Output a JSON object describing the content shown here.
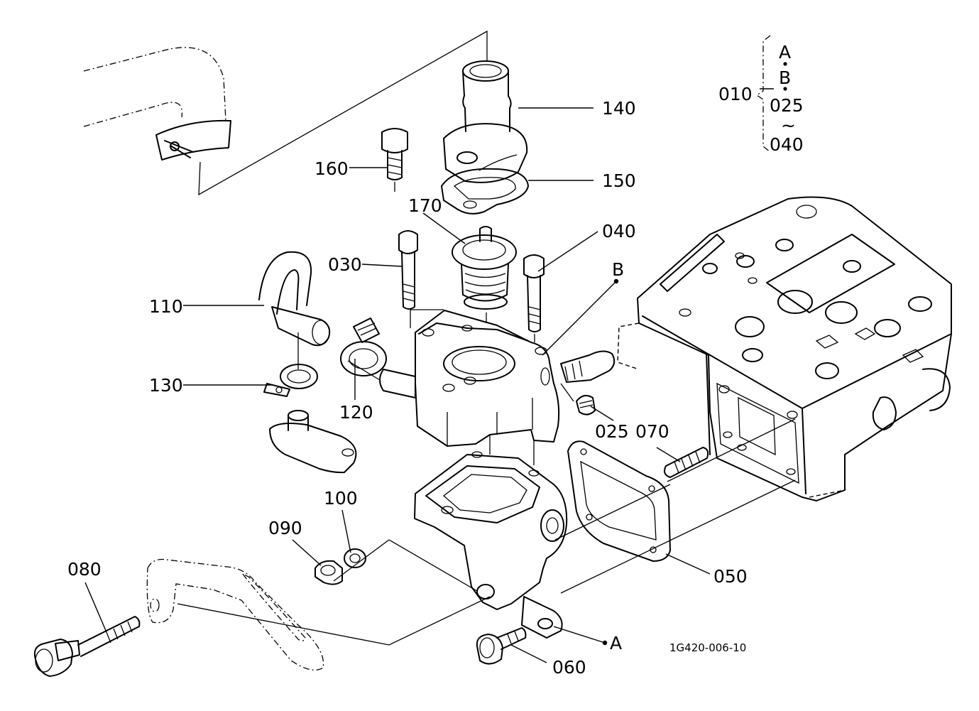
{
  "callouts": {
    "p010": "010",
    "p025": "025",
    "p030": "030",
    "p040": "040",
    "p050": "050",
    "p060": "060",
    "p070": "070",
    "p080": "080",
    "p090": "090",
    "p100": "100",
    "p110": "110",
    "p120": "120",
    "p130": "130",
    "p140": "140",
    "p150": "150",
    "p160": "160",
    "p170": "170",
    "refA": "A",
    "refB": "B"
  },
  "kit_bracket": {
    "a": "A",
    "b": "B",
    "from": "025",
    "tilde": "~",
    "to": "040"
  },
  "figure_code": "1G420-006-10"
}
